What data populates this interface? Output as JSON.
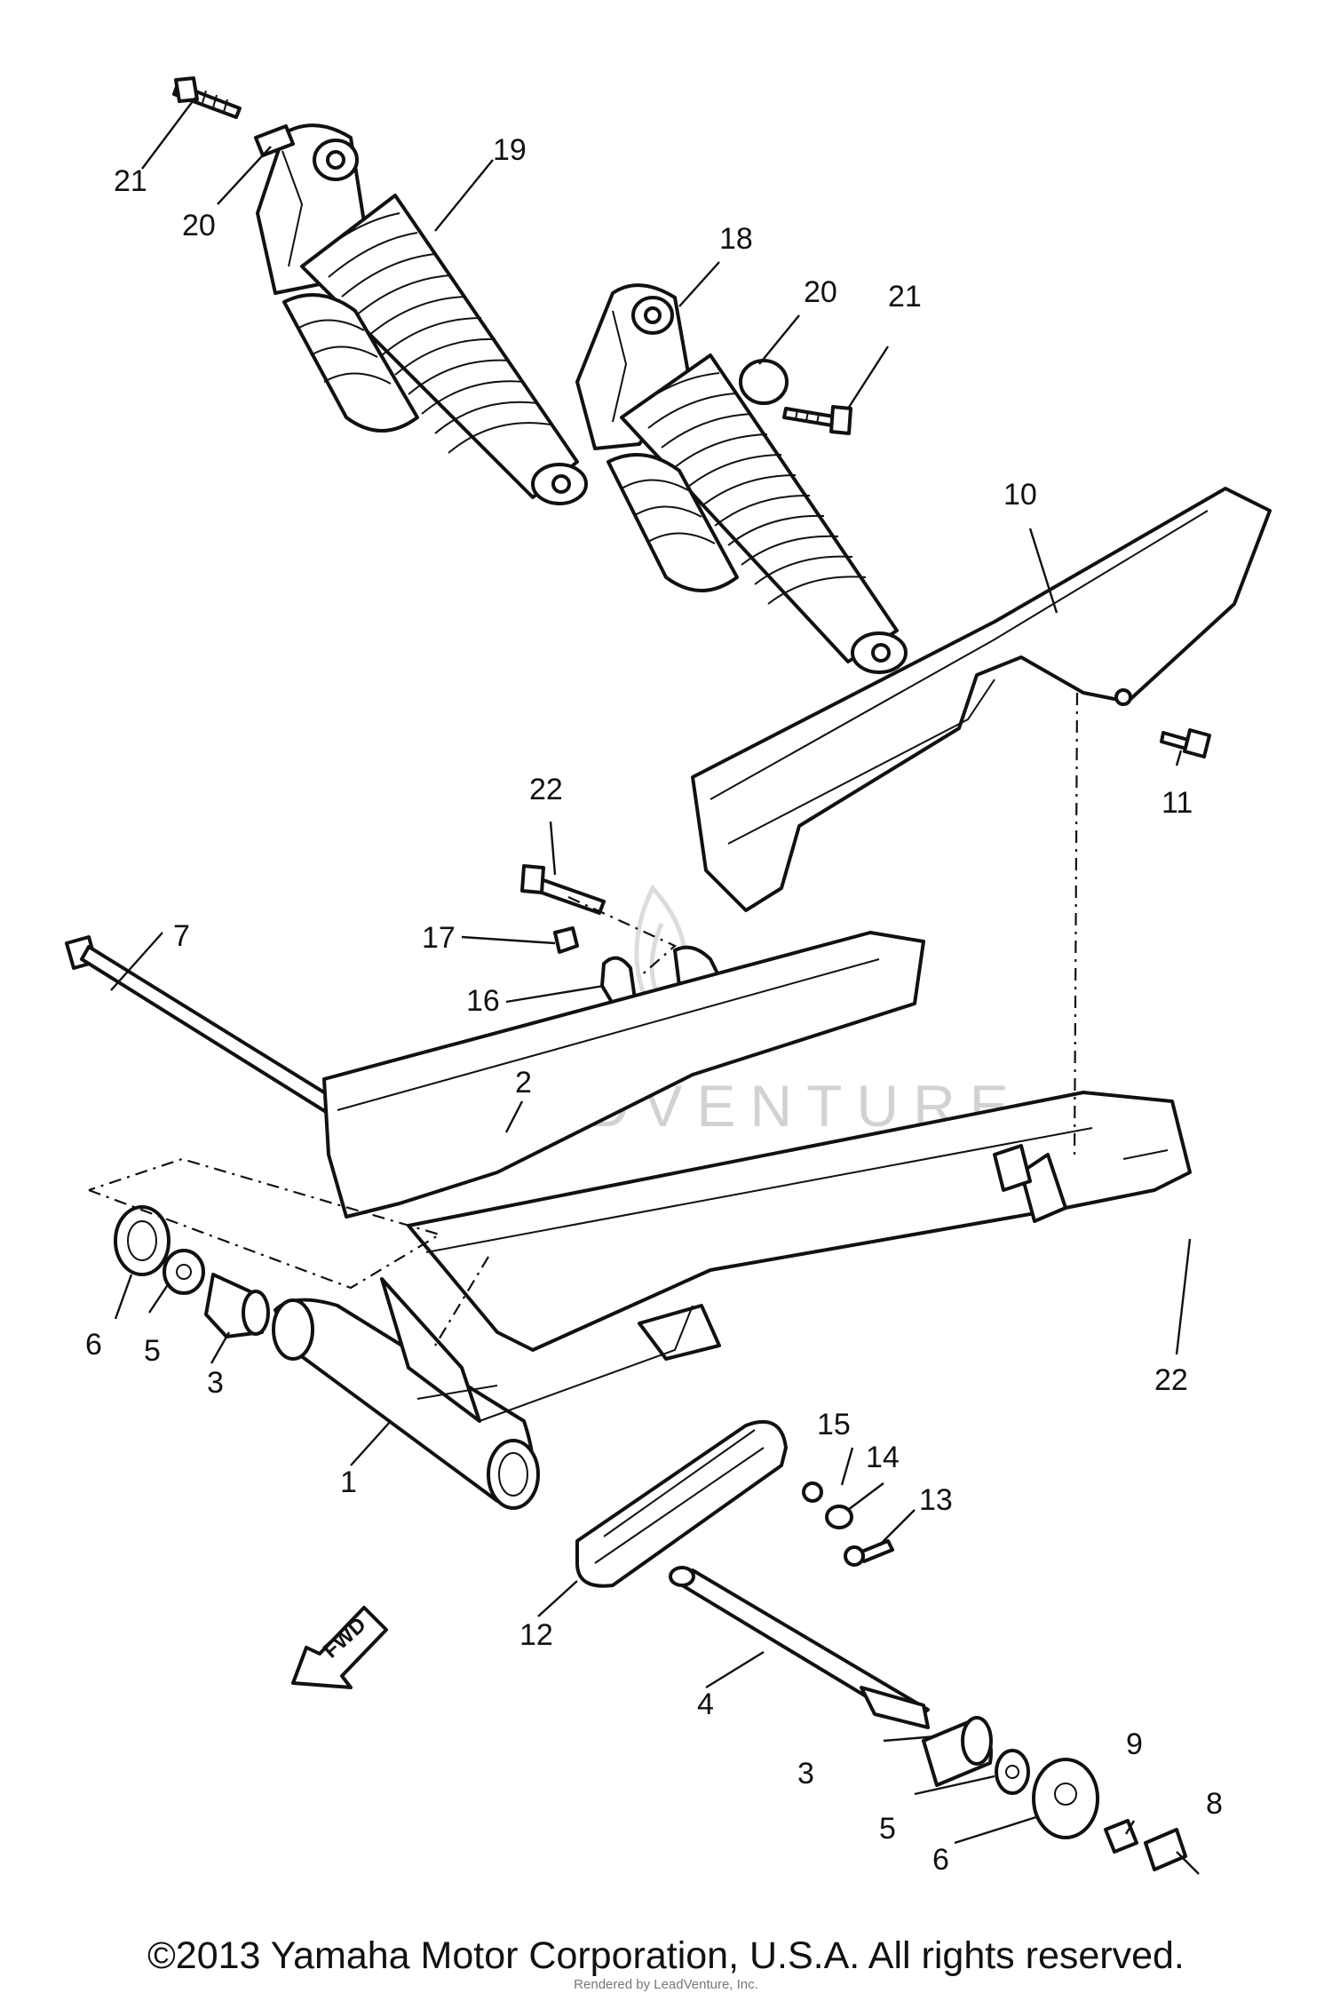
{
  "watermark": "LEADVENTURE",
  "arrow_text": "FWD",
  "callouts": [
    "1",
    "2",
    "3",
    "3",
    "4",
    "5",
    "5",
    "6",
    "6",
    "7",
    "8",
    "9",
    "10",
    "11",
    "12",
    "13",
    "14",
    "15",
    "16",
    "17",
    "18",
    "19",
    "20",
    "20",
    "21",
    "21",
    "22",
    "22"
  ],
  "footer": {
    "copyright": "©2013 Yamaha Motor Corporation, U.S.A. All rights reserved.",
    "credit": "Rendered by LeadVenture, Inc."
  }
}
